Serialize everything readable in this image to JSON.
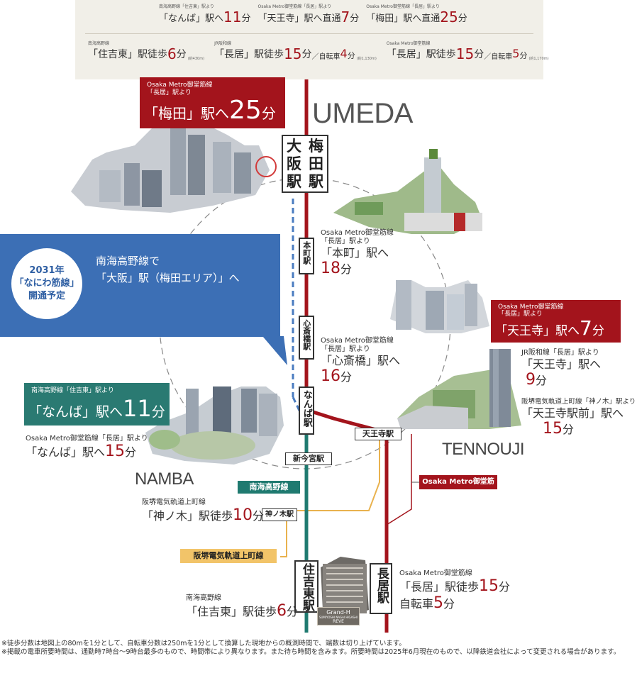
{
  "top_panel": {
    "row1": [
      {
        "small": "南海高野線「住吉東」駅より",
        "pre": "「なんば」駅へ",
        "num": "11",
        "unit": "分"
      },
      {
        "small": "Osaka Metro御堂筋線「長居」駅より",
        "pre": "「天王寺」駅へ直通",
        "num": "7",
        "unit": "分"
      },
      {
        "small": "Osaka Metro御堂筋線「長居」駅より",
        "pre": "「梅田」駅へ直通",
        "num": "25",
        "unit": "分"
      }
    ],
    "row2": [
      {
        "small": "南海高野線",
        "pre": "「住吉東」駅徒歩",
        "num": "6",
        "unit": "分",
        "sub": "(約430m)",
        "extra": ""
      },
      {
        "small": "JR阪和線",
        "pre": "「長居」駅徒歩",
        "num": "15",
        "unit": "分",
        "sub": "",
        "extra_pre": "／自転車",
        "extra_num": "4",
        "extra_unit": "分",
        "extra_sub": "(約1,130m)"
      },
      {
        "small": "Osaka Metro御堂筋線",
        "pre": "「長居」駅徒歩",
        "num": "15",
        "unit": "分",
        "sub": "",
        "extra_pre": "／自転車",
        "extra_num": "5",
        "extra_unit": "分",
        "extra_sub": "(約1,170m)"
      }
    ]
  },
  "umeda_box": {
    "line": "Osaka Metro御堂筋線",
    "from": "「長居」駅より",
    "dest": "「梅田」駅へ",
    "num": "25",
    "unit": "分"
  },
  "umeda_label": "UMEDA",
  "osaka_umeda_station": [
    "大",
    "梅",
    "阪",
    "田",
    "駅",
    "駅"
  ],
  "plan_bubble": {
    "year": "2031年",
    "line": "「なにわ筋線」",
    "status": "開通予定",
    "text1": "南海高野線で",
    "text2": "「大阪」駅（梅田エリア）」へ"
  },
  "honmachi": {
    "station": "本町駅",
    "line": "Osaka Metro御堂筋線",
    "from": "「長居」駅より",
    "dest": "「本町」駅へ",
    "num": "18",
    "unit": "分"
  },
  "shinsaibashi": {
    "station": "心斎橋駅",
    "line": "Osaka Metro御堂筋線",
    "from": "「長居」駅より",
    "dest": "「心斎橋」駅へ",
    "num": "16",
    "unit": "分"
  },
  "tennoji_box": {
    "line": "Osaka Metro御堂筋線",
    "from": "「長居」駅より",
    "dest": "「天王寺」駅へ",
    "num": "7",
    "unit": "分"
  },
  "tennoji_jr": {
    "from": "JR阪和線「長居」駅より",
    "dest": "「天王寺」駅へ",
    "num": "9",
    "unit": "分"
  },
  "tennoji_hankai": {
    "from": "阪堺電気軌道上町線「神ノ木」駅より",
    "dest": "「天王寺駅前」駅へ",
    "num": "15",
    "unit": "分"
  },
  "tennoji_station": "天王寺駅",
  "tennouji_label": "TENNOUJI",
  "namba_station": "なんば駅",
  "namba_box": {
    "from": "南海高野線「住吉東」駅より",
    "dest": "「なんば」駅へ",
    "num": "11",
    "unit": "分"
  },
  "namba_metro": {
    "from": "Osaka Metro御堂筋線「長居」駅より",
    "dest": "「なんば」駅へ",
    "num": "15",
    "unit": "分"
  },
  "namba_label": "NAMBA",
  "shin_imamiya": "新今宮駅",
  "nankai_line": "南海高野線",
  "midosuji_line": "Osaka Metro御堂筋線",
  "kaminoki": {
    "station": "神ノ木駅",
    "line": "阪堺電気軌道上町線",
    "dest": "「神ノ木」駅徒歩",
    "num": "10",
    "unit": "分"
  },
  "hankai_line": "阪堺電気軌道上町線",
  "sumiyoshi_higashi": {
    "station": "住吉東駅",
    "line": "南海高野線",
    "dest": "「住吉東」駅徒歩",
    "num": "6",
    "unit": "分"
  },
  "nagai": {
    "station": "長居駅",
    "line": "Osaka Metro御堂筋線",
    "dest": "「長居」駅徒歩",
    "num": "15",
    "unit": "分",
    "bike": "自転車",
    "bike_num": "5",
    "bike_unit": "分"
  },
  "building_sign": {
    "name": "Grand-H",
    "sub": "SUMIYOSHI NAGAI HIGASHI",
    "brand": "REVE"
  },
  "footnotes": [
    "※徒歩分数は地図上の80mを1分として、自転車分数は250mを1分として換算した現地からの概測時間で、端数は切り上げています。",
    "※掲載の電車所要時間は、通勤時7時台～9時台最多のもので、時間帯により異なります。また待ち時間を含みます。所要時間は2025年6月現在のもので、以降鉄道会社によって変更される場合があります。"
  ],
  "colors": {
    "metro_red": "#a3141c",
    "nankai_green": "#1f7a70",
    "hankai_orange": "#e9b24e",
    "plan_blue": "#3c6fb5",
    "future_line": "#4a7cc0"
  }
}
